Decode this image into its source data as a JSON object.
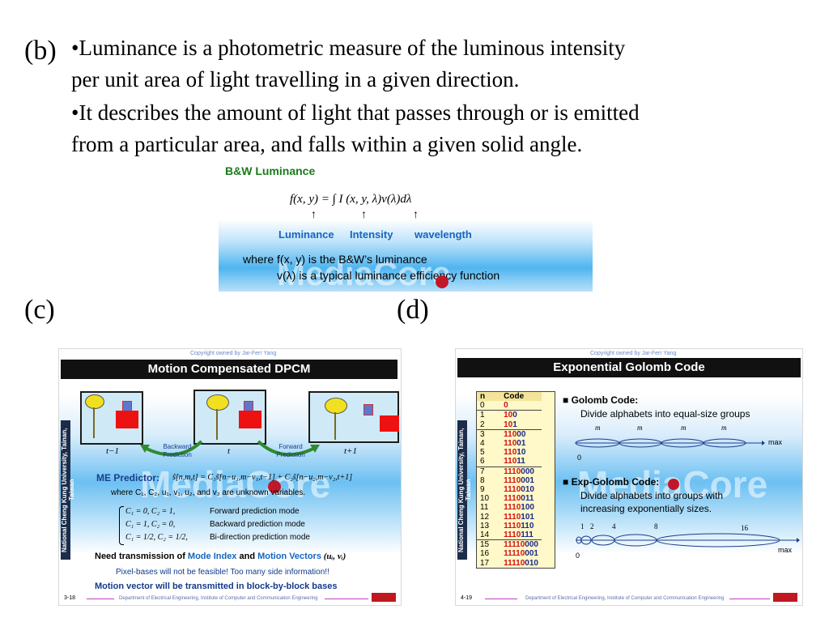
{
  "panel_b": {
    "label": "(b)",
    "bullet1_a": "•Luminance is a photometric measure of the luminous intensity",
    "bullet1_b": "per unit area of light travelling in a given direction.",
    "bullet2_a": "•It describes the amount of light that passes through or is emitted",
    "bullet2_b": "from a particular area, and falls within a given solid angle.",
    "slide": {
      "title": "B&W  Luminance",
      "formula": "f(x, y) =  ∫ I (x, y, λ)v(λ)dλ",
      "arrow": "↑",
      "lbl_luminance": "Luminance",
      "lbl_intensity": "Intensity",
      "lbl_wavelength": "wavelength",
      "where1": "where f(x, y) is the B&W’s luminance",
      "where2": "v(λ) is a typical luminance efficiency function"
    }
  },
  "panel_c": {
    "label": "(c)",
    "copyright": "Copyright owned by Jar-Ferr Yang",
    "title": "Motion Compensated DPCM",
    "vertical": "National Cheng Kung University, Tainan, Taiwan",
    "frame_prev": "t−1",
    "frame_cur": "t",
    "frame_next": "t+1",
    "backward": "Backward Prediction",
    "forward": "Forward Prediction",
    "me_label": "ME Predictor:",
    "me_formula": "ŝ[n,m,t] = C₁ŝ[n−u₁,m−v₁,t−1] + C₂ŝ[n−u₂,m−v₂,t+1]",
    "where": "where C₁, C₂, u₁, v₁, u₂, and v₂ are unknown variables.",
    "cases": [
      {
        "cond": "C₁ = 0, C₂ = 1,",
        "mode": "Forward prediction mode"
      },
      {
        "cond": "C₁ = 1, C₂ = 0,",
        "mode": "Backward prediction mode"
      },
      {
        "cond": "C₁ = 1/2, C₂ = 1/2,",
        "mode": "Bi-direction prediction mode"
      }
    ],
    "need_a": "Need transmission of ",
    "need_b": "Mode Index",
    "need_c": " and ",
    "need_d": "Motion Vectors",
    "need_e": " (uᵢ, vᵢ)",
    "pixel": "Pixel-bases will not be feasible!  Too many side information!!",
    "block": "Motion vector will be transmitted in block-by-block bases",
    "page": "3-18",
    "footer": "Department of Electrical Engineering, Institute of Computer and Communication Engineering"
  },
  "panel_d": {
    "label": "(d)",
    "copyright": "Copyright owned by Jar-Ferr Yang",
    "title": "Exponential Golomb Code",
    "vertical": "National Cheng Kung University, Tainan, Taiwan",
    "col_n": "n",
    "col_code": "Code",
    "rows": [
      {
        "n": "0",
        "p": "0",
        "s": ""
      },
      {
        "n": "1",
        "p": "10",
        "s": "0"
      },
      {
        "n": "2",
        "p": "10",
        "s": "1"
      },
      {
        "n": "3",
        "p": "110",
        "s": "00"
      },
      {
        "n": "4",
        "p": "110",
        "s": "01"
      },
      {
        "n": "5",
        "p": "110",
        "s": "10"
      },
      {
        "n": "6",
        "p": "110",
        "s": "11"
      },
      {
        "n": "7",
        "p": "1110",
        "s": "000"
      },
      {
        "n": "8",
        "p": "1110",
        "s": "001"
      },
      {
        "n": "9",
        "p": "1110",
        "s": "010"
      },
      {
        "n": "10",
        "p": "1110",
        "s": "011"
      },
      {
        "n": "11",
        "p": "1110",
        "s": "100"
      },
      {
        "n": "12",
        "p": "1110",
        "s": "101"
      },
      {
        "n": "13",
        "p": "1110",
        "s": "110"
      },
      {
        "n": "14",
        "p": "1110",
        "s": "111"
      },
      {
        "n": "15",
        "p": "11110",
        "s": "000"
      },
      {
        "n": "16",
        "p": "11110",
        "s": "001"
      },
      {
        "n": "17",
        "p": "11110",
        "s": "010"
      }
    ],
    "golomb_head": "Golomb Code:",
    "golomb_desc": "Divide alphabets into equal-size groups",
    "m": "m",
    "max": "max",
    "zero": "0",
    "exp_head": "Exp-Golomb Code:",
    "exp_desc1": "Divide alphabets into groups with",
    "exp_desc2": "increasing exponentially sizes.",
    "ticks": [
      "1",
      "2",
      "4",
      "8",
      "16"
    ],
    "page": "4-19",
    "footer": "Department of Electrical Engineering, Institute of Computer and Communication Engineering"
  },
  "watermark": "MediaCore"
}
